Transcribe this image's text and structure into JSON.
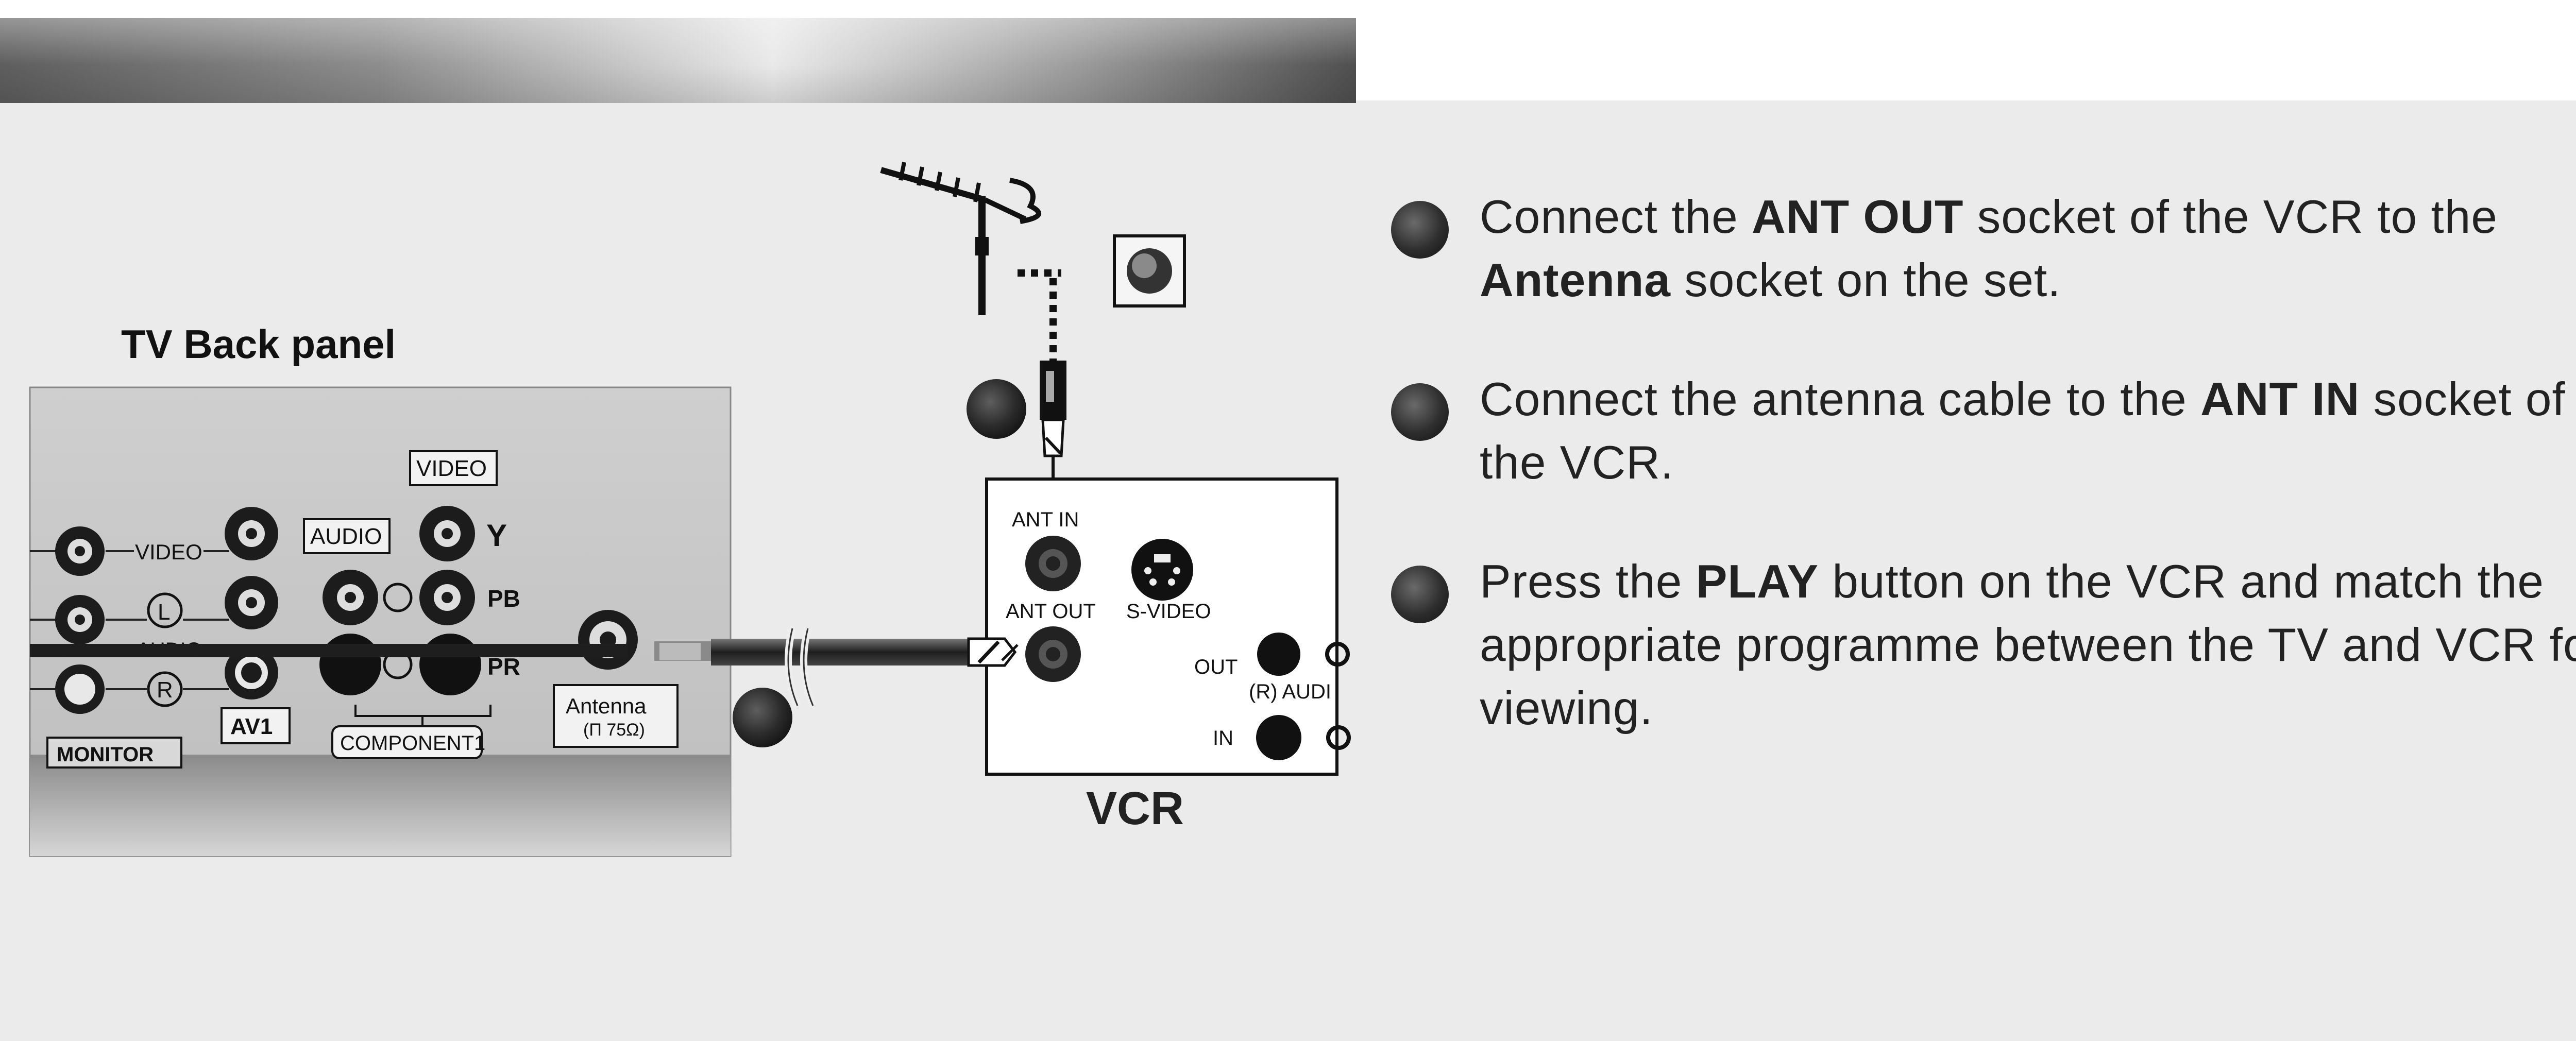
{
  "diagram": {
    "tv_panel_title": "TV Back panel",
    "vcr_label": "VCR",
    "tv_labels": {
      "video_jack": "VIDEO",
      "video_box": "VIDEO",
      "audio_box": "AUDIO",
      "y": "Y",
      "pb": "PB",
      "pr": "PR",
      "audio_small": "AUDIO",
      "l_symbol": "L",
      "r_symbol": "R",
      "av1": "AV1",
      "component1": "COMPONENT1",
      "monitor": "MONITOR",
      "antenna_label": "Antenna",
      "antenna_sub": "(Π 75Ω)"
    },
    "vcr_labels": {
      "ant_in": "ANT IN",
      "ant_out": "ANT OUT",
      "s_video": "S-VIDEO",
      "out": "OUT",
      "audio_r": "(R) AUDI",
      "in": "IN"
    }
  },
  "steps": [
    {
      "pre": "Connect the ",
      "b1": "ANT OUT",
      "mid": " socket of the VCR to the ",
      "b2": "Antenna",
      "post": " socket on the set."
    },
    {
      "pre": "Connect the antenna cable to the ",
      "b1": "ANT IN",
      "mid": " socket of the VCR.",
      "b2": "",
      "post": ""
    },
    {
      "pre": "Press the ",
      "b1": "PLAY",
      "mid": " button on the VCR and match the appropriate programme between the TV and VCR for viewing.",
      "b2": "",
      "post": ""
    }
  ],
  "colors": {
    "page_bg": "#ebebeb",
    "bullet": "#2e2e2e",
    "tv_panel": "#c8c8c8",
    "vcr_box": "#ffffff"
  }
}
